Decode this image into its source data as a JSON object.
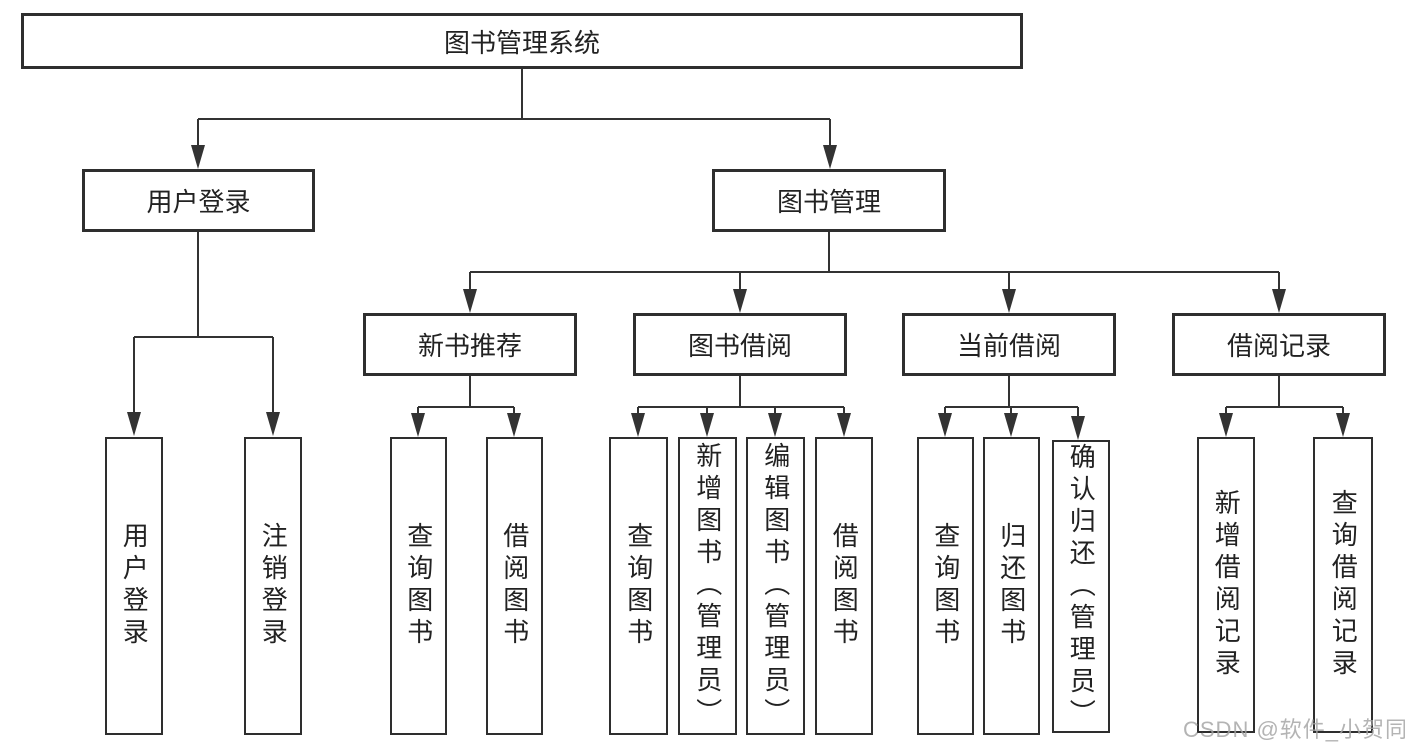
{
  "diagram": {
    "root": {
      "label": "图书管理系统"
    },
    "level2": [
      {
        "label": "用户登录"
      },
      {
        "label": "图书管理"
      }
    ],
    "level3": [
      {
        "label": "新书推荐"
      },
      {
        "label": "图书借阅"
      },
      {
        "label": "当前借阅"
      },
      {
        "label": "借阅记录"
      }
    ],
    "leaves": {
      "user_login": [
        {
          "label": "用户登录"
        },
        {
          "label": "注销登录"
        }
      ],
      "new_book": [
        {
          "label": "查询图书"
        },
        {
          "label": "借阅图书"
        }
      ],
      "book_borrow": [
        {
          "label": "查询图书"
        },
        {
          "label": "新增图书（管理员）"
        },
        {
          "label": "编辑图书（管理员）"
        },
        {
          "label": "借阅图书"
        }
      ],
      "current_borrow": [
        {
          "label": "查询图书"
        },
        {
          "label": "归还图书"
        },
        {
          "label": "确认归还（管理员）"
        }
      ],
      "borrow_records": [
        {
          "label": "新增借阅记录"
        },
        {
          "label": "查询借阅记录"
        }
      ]
    }
  },
  "watermark": {
    "text": "CSDN @软件_小贺同学"
  },
  "colors": {
    "line": "#333333",
    "box_border": "#2e2e2e",
    "text": "#222222",
    "watermark": "#a4a4a4",
    "background": "#ffffff"
  }
}
